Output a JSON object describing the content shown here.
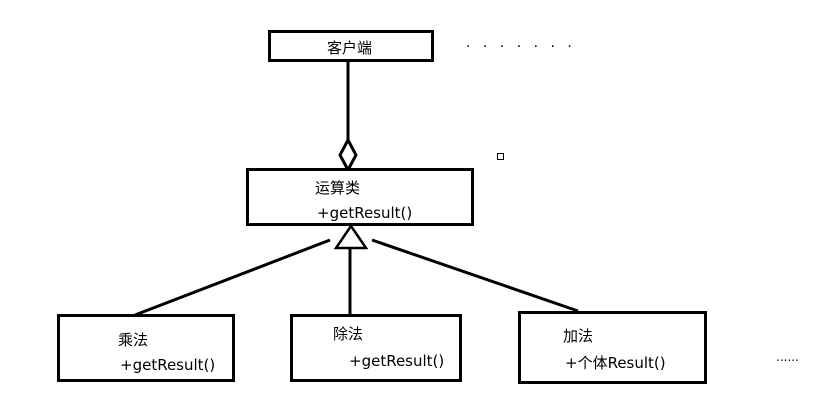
{
  "client": {
    "label": "客户端"
  },
  "operation": {
    "label": "运算类",
    "method": "+getResult()"
  },
  "subclasses": [
    {
      "label": "乘法",
      "method": "+getResult()"
    },
    {
      "label": "除法",
      "method": "+getResult()"
    },
    {
      "label": "加法",
      "method": "+个体Result()"
    }
  ],
  "ellipsis_top": "· · · · · · ·",
  "ellipsis_right": "......"
}
